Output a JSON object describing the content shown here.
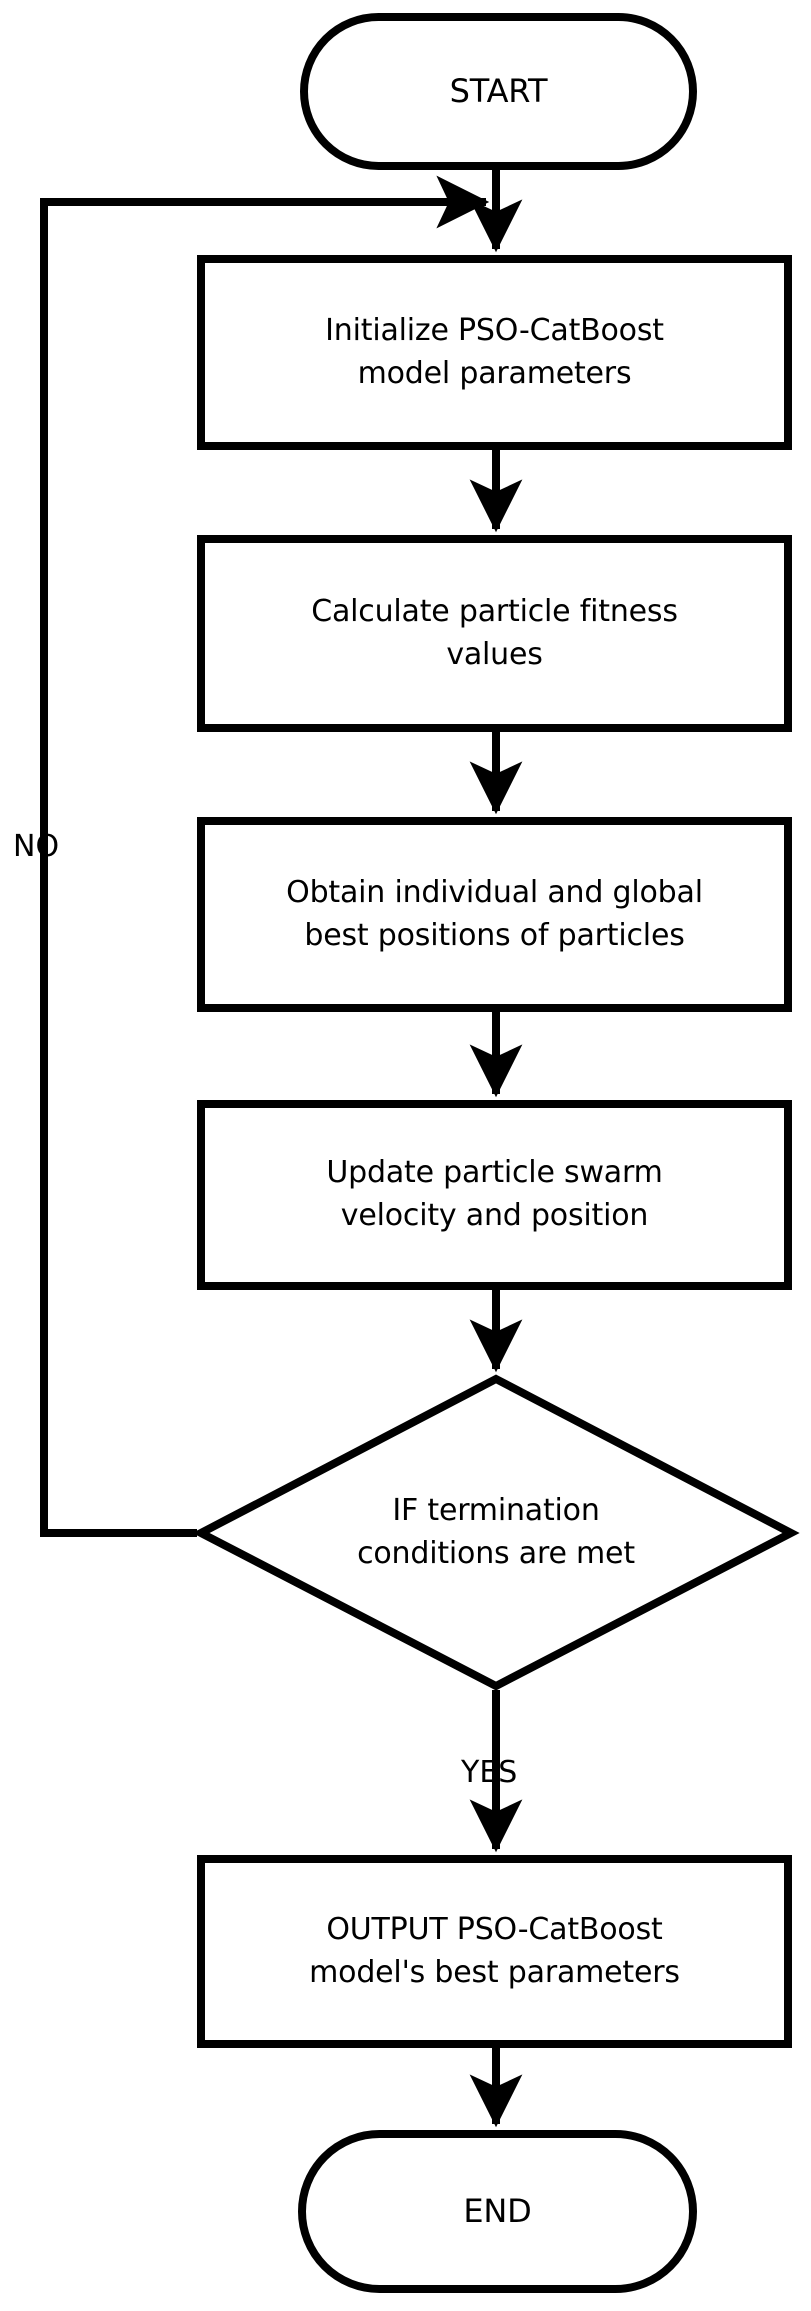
{
  "diagram": {
    "type": "flowchart",
    "title": "PSO-CatBoost parameter optimization flowchart",
    "orientation": "top-to-bottom",
    "stroke_color": "#000000",
    "fill_color": "#ffffff",
    "background": "#ffffff",
    "stroke_width": 8
  },
  "nodes": {
    "start": {
      "shape": "stadium",
      "label": "START"
    },
    "initialize": {
      "shape": "process",
      "line1": "Initialize PSO-CatBoost",
      "line2": "model parameters"
    },
    "fitness": {
      "shape": "process",
      "line1": "Calculate particle fitness",
      "line2": "values"
    },
    "best_positions": {
      "shape": "process",
      "line1": "Obtain individual and global",
      "line2": "best positions of particles"
    },
    "update": {
      "shape": "process",
      "line1": "Update particle swarm",
      "line2": "velocity and position"
    },
    "decision": {
      "shape": "diamond",
      "line1": "IF termination",
      "line2": "conditions are met"
    },
    "output": {
      "shape": "process",
      "line1": "OUTPUT PSO-CatBoost",
      "line2": "model's best parameters"
    },
    "end": {
      "shape": "stadium",
      "label": "END"
    }
  },
  "edges": {
    "no_label": "NO",
    "yes_label": "YES"
  }
}
